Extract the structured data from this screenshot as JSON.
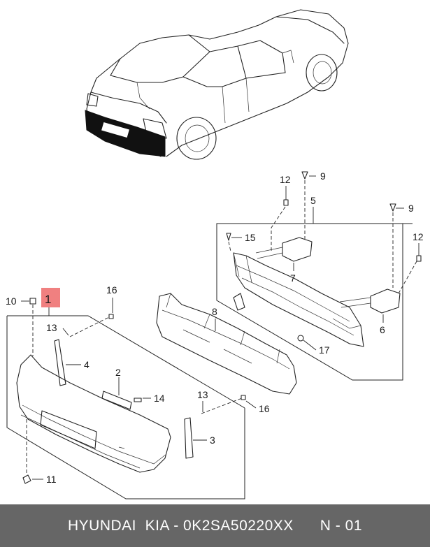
{
  "diagram": {
    "callouts": [
      {
        "id": "c1",
        "label": "1",
        "highlight": true
      },
      {
        "id": "c2",
        "label": "2"
      },
      {
        "id": "c3",
        "label": "3"
      },
      {
        "id": "c4",
        "label": "4"
      },
      {
        "id": "c5",
        "label": "5"
      },
      {
        "id": "c6",
        "label": "6"
      },
      {
        "id": "c7",
        "label": "7"
      },
      {
        "id": "c8",
        "label": "8"
      },
      {
        "id": "c9a",
        "label": "9"
      },
      {
        "id": "c9b",
        "label": "9"
      },
      {
        "id": "c10",
        "label": "10"
      },
      {
        "id": "c11",
        "label": "11"
      },
      {
        "id": "c12a",
        "label": "12"
      },
      {
        "id": "c12b",
        "label": "12"
      },
      {
        "id": "c13a",
        "label": "13"
      },
      {
        "id": "c13b",
        "label": "13"
      },
      {
        "id": "c14",
        "label": "14"
      },
      {
        "id": "c15",
        "label": "15"
      },
      {
        "id": "c16a",
        "label": "16"
      },
      {
        "id": "c16b",
        "label": "16"
      },
      {
        "id": "c17",
        "label": "17"
      }
    ],
    "highlight_color": "#f08080"
  },
  "footer": {
    "text": "HYUNDAI  KIA - 0K2SA50220XX      N - 01",
    "background": "#666666",
    "color": "#ffffff"
  }
}
